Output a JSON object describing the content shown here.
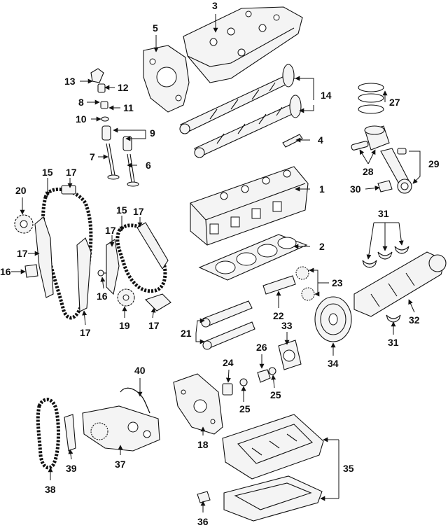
{
  "callouts": {
    "c1": "1",
    "c2": "2",
    "c3": "3",
    "c4": "4",
    "c5": "5",
    "c6": "6",
    "c7": "7",
    "c8": "8",
    "c9": "9",
    "c10": "10",
    "c11": "11",
    "c12": "12",
    "c13": "13",
    "c14": "14",
    "c15a": "15",
    "c15b": "15",
    "c16a": "16",
    "c16b": "16",
    "c17a": "17",
    "c17b": "17",
    "c17c": "17",
    "c17d": "17",
    "c17e": "17",
    "c17f": "17",
    "c17g": "17",
    "c18": "18",
    "c19": "19",
    "c20": "20",
    "c21": "21",
    "c22": "22",
    "c23": "23",
    "c24": "24",
    "c25a": "25",
    "c25b": "25",
    "c26": "26",
    "c27": "27",
    "c28": "28",
    "c29": "29",
    "c30": "30",
    "c31a": "31",
    "c31b": "31",
    "c32": "32",
    "c33": "33",
    "c34": "34",
    "c35": "35",
    "c36": "36",
    "c37": "37",
    "c38": "38",
    "c39": "39",
    "c40": "40"
  }
}
